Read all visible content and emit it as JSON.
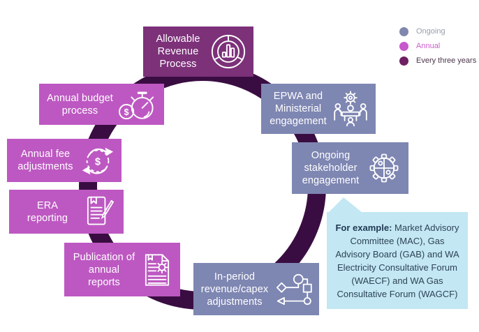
{
  "legend": {
    "items": [
      {
        "label": "Ongoing",
        "dot_color": "#7f87ae",
        "label_color": "#989dab"
      },
      {
        "label": "Annual",
        "dot_color": "#c657cd",
        "label_color": "#c75fc9"
      },
      {
        "label": "Every three years",
        "dot_color": "#6e2063",
        "label_color": "#4a3549"
      }
    ]
  },
  "steps": [
    {
      "id": "allowable-revenue-process",
      "label": "Allowable\nRevenue\nProcess",
      "frequency": "Every three years",
      "box_color": "#7c3179",
      "icon": "donut-chart-icon"
    },
    {
      "id": "annual-budget-process",
      "label": "Annual budget\nprocess",
      "frequency": "Annual",
      "box_color": "#bd58c2",
      "icon": "stopwatch-dollar-icon"
    },
    {
      "id": "annual-fee-adjustments",
      "label": "Annual fee\nadjustments",
      "frequency": "Annual",
      "box_color": "#bd58c2",
      "icon": "dollar-refresh-icon"
    },
    {
      "id": "era-reporting",
      "label": "ERA\nreporting",
      "frequency": "Annual",
      "box_color": "#bd58c2",
      "icon": "document-pencil-icon"
    },
    {
      "id": "publication-of-annual-reports",
      "label": "Publication of\nannual\nreports",
      "frequency": "Annual",
      "box_color": "#bd58c2",
      "icon": "report-sun-icon"
    },
    {
      "id": "in-period-revenue-capex-adjustments",
      "label": "In-period\nrevenue/capex\nadjustments",
      "frequency": "Ongoing",
      "box_color": "#7e86b2",
      "icon": "flowchart-icon"
    },
    {
      "id": "ongoing-stakeholder-engagement",
      "label": "Ongoing\nstakeholder\nengagement",
      "frequency": "Ongoing",
      "box_color": "#7e86b2",
      "icon": "puzzle-gear-icon"
    },
    {
      "id": "epwa-and-ministerial-engagement",
      "label": "EPWA and\nMinisterial\nengagement",
      "frequency": "Ongoing",
      "box_color": "#7e86b2",
      "icon": "meeting-gear-icon"
    }
  ],
  "callout": {
    "bold_prefix": "For example: ",
    "text": "Market Advisory Committee (MAC), Gas Advisory Board (GAB) and WA Electricity Consultative Forum (WAECF) and WA Gas Consultative Forum (WAGCF)",
    "background": "#c3e7f3"
  },
  "colors": {
    "ring": "#3a0d42",
    "annual_magenta": "#bd58c2",
    "ongoing_slate": "#7e86b2",
    "three_years_purple": "#7c3179",
    "callout_background": "#c3e7f3",
    "callout_text": "#2d4356",
    "box_text": "#ffffff",
    "page_background": "#ffffff"
  }
}
